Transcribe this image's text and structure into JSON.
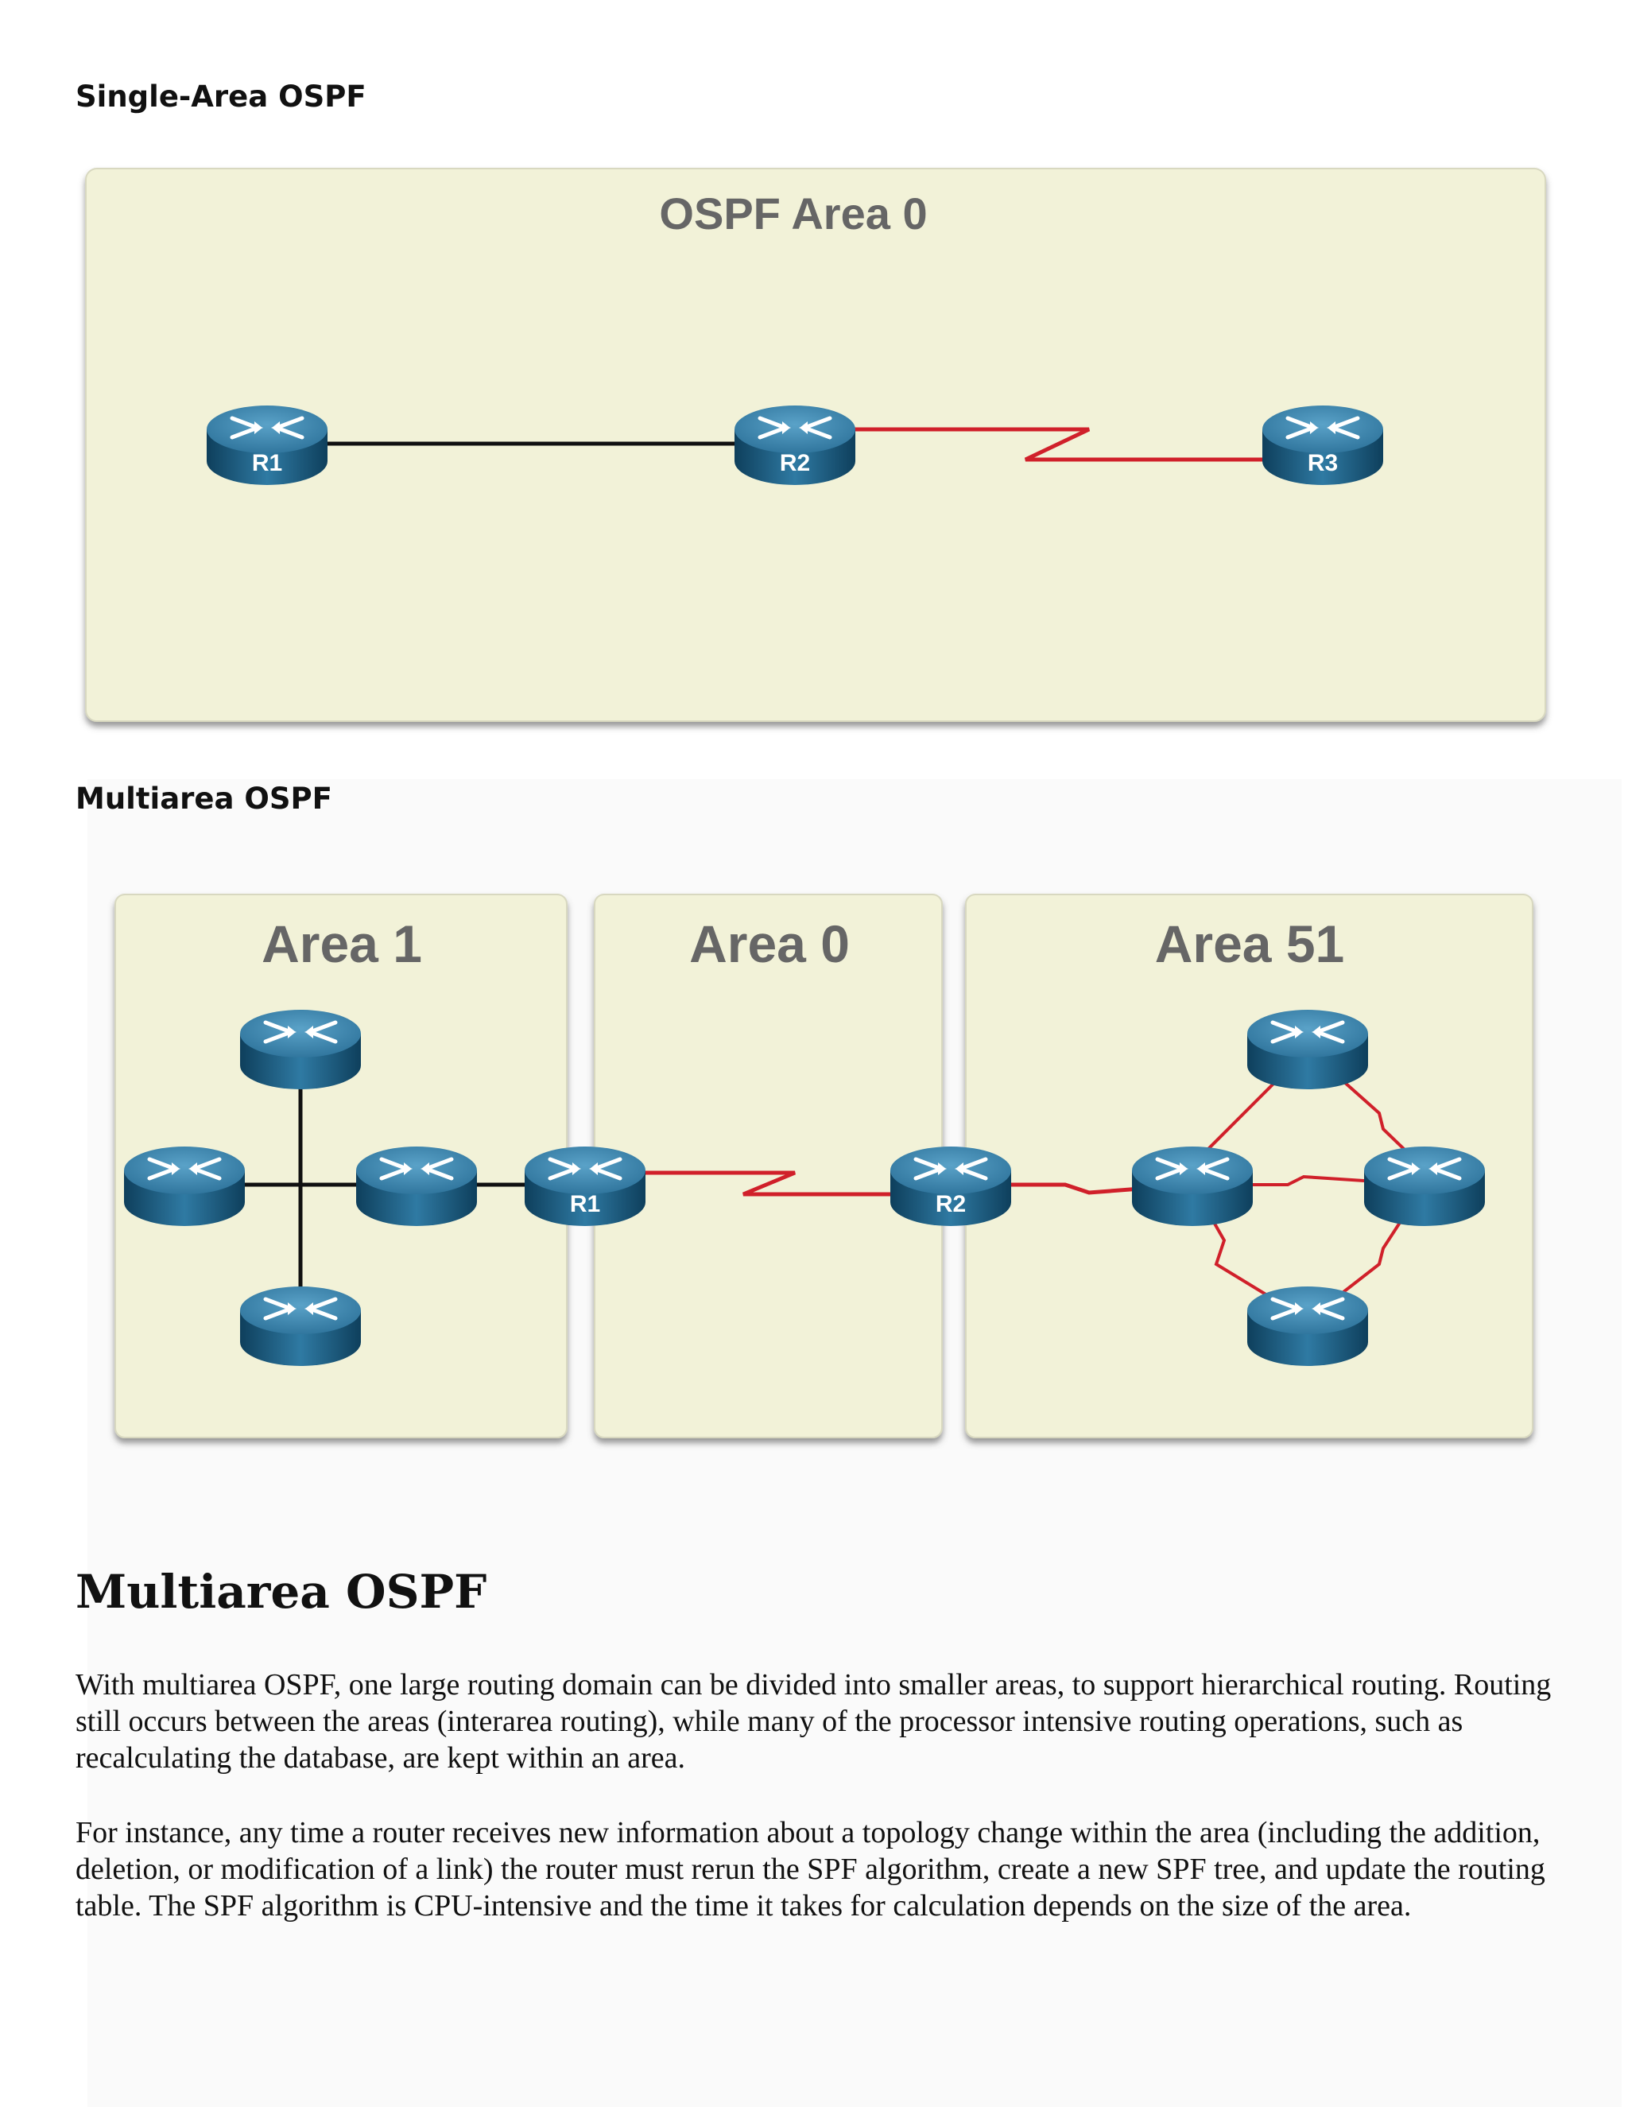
{
  "single_area": {
    "heading": "Single-Area OSPF",
    "area_title": "OSPF Area 0",
    "routers": [
      "R1",
      "R2",
      "R3"
    ]
  },
  "multi_area": {
    "heading": "Multiarea OSPF",
    "areas": [
      "Area 1",
      "Area 0",
      "Area 51"
    ],
    "router_labels": [
      "R1",
      "R2"
    ]
  },
  "document": {
    "title": "Multiarea OSPF",
    "paragraph_1": "With multiarea OSPF, one large routing domain can be divided into smaller areas, to support hierarchical routing. Routing still occurs between the areas (interarea routing), while many of the processor intensive routing operations, such as recalculating the database, are kept within an area.",
    "paragraph_2": "For instance, any time a router receives new information about a topology change within the area (including the addition, deletion, or modification of a link) the router must rerun the SPF algorithm, create a new SPF tree, and update the routing table. The SPF algorithm is CPU-intensive and the time it takes for calculation depends on the size of the area."
  },
  "colors": {
    "area_fill": "#f2f2d8",
    "router_blue": "#2a6f97",
    "ethernet_link": "#111111",
    "serial_link": "#d0202a"
  }
}
